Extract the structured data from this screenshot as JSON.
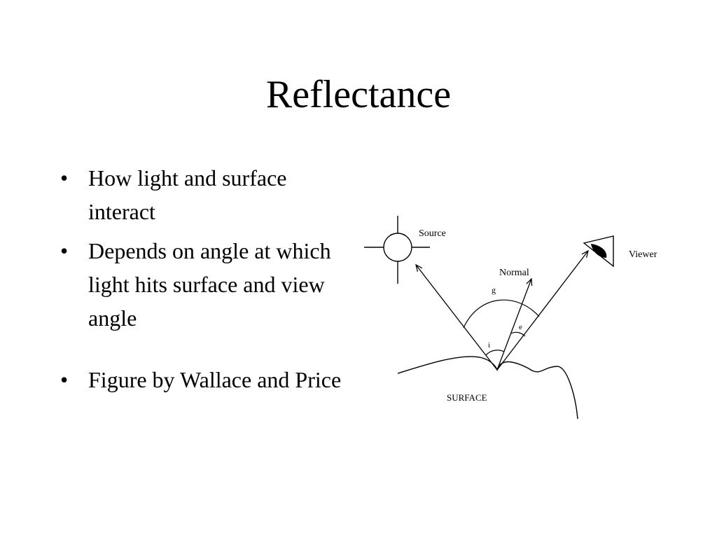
{
  "slide": {
    "title": "Reflectance",
    "bullets": [
      "How light and surface interact",
      "Depends on angle at which light hits surface and view angle",
      "Figure by Wallace and Price"
    ],
    "bullet_symbol": "•"
  },
  "figure": {
    "labels": {
      "source": "Source",
      "viewer": "Viewer",
      "normal": "Normal",
      "surface": "SURFACE",
      "angle_g": "g",
      "angle_i": "i",
      "angle_e": "e"
    },
    "icons": [
      "sun-icon",
      "eye-icon"
    ]
  }
}
